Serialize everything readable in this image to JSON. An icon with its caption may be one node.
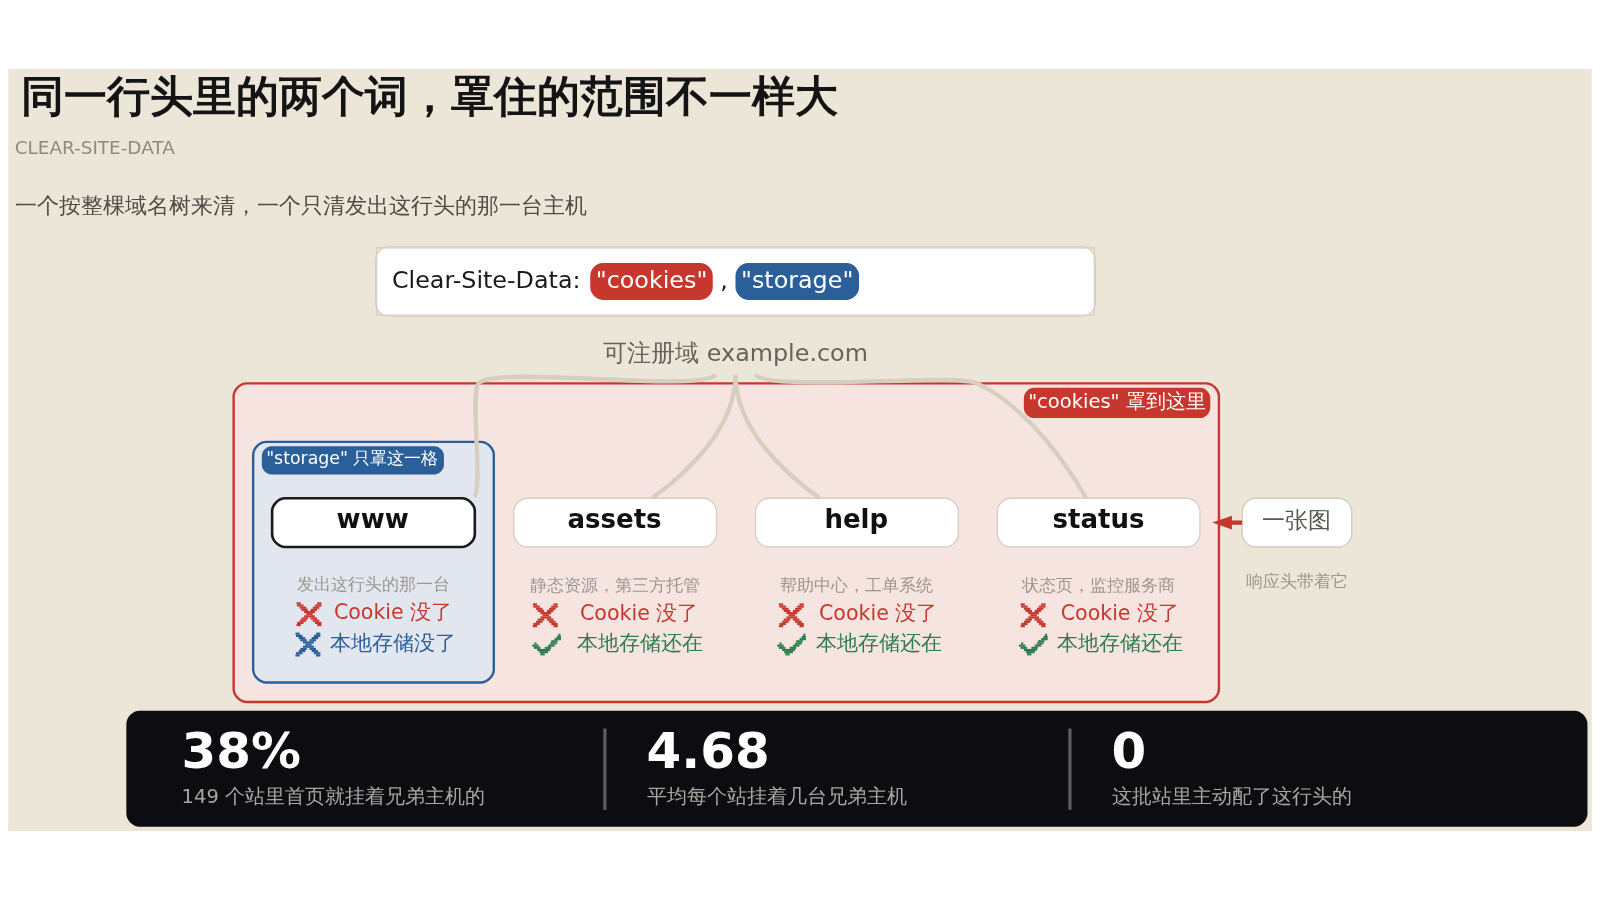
{
  "diagram": {
    "title": "同一行头里的两个词，罩住的范围不一样大",
    "nodes": [
      {
        "text": [
          "Clear-Site-Data:",
          "\"cookies\"",
          ",",
          "\"storage\""
        ]
      },
      {
        "text": [
          "可注册域 example.com"
        ]
      },
      {
        "text": [
          "\"cookies\" 罩到这里"
        ]
      },
      {
        "text": [
          "\"storage\" 只罩这一格"
        ],
        "in": 2
      },
      {
        "text": [
          "www"
        ],
        "in": 3,
        "beside": [
          "发出这行头的那一台",
          "Cookie 没了",
          "本地存储没了"
        ]
      },
      {
        "text": [
          "assets"
        ],
        "in": 2,
        "beside": [
          "静态资源，第三方托管",
          "Cookie 没了",
          "本地存储还在"
        ]
      },
      {
        "text": [
          "help"
        ],
        "in": 2,
        "beside": [
          "帮助中心，工单系统",
          "Cookie 没了",
          "本地存储还在"
        ]
      },
      {
        "text": [
          "status"
        ],
        "in": 2,
        "beside": [
          "状态页，监控服务商",
          "Cookie 没了",
          "本地存储还在"
        ]
      },
      {
        "text": [
          "一张图"
        ],
        "beside": [
          "响应头带着它"
        ]
      },
      {
        "text": [
          "38%",
          "149 个站里首页就挂着兄弟主机的",
          "4.68",
          "平均每个站挂着几台兄弟主机",
          "0",
          "这批站里主动配了这行头的"
        ]
      }
    ],
    "edges": [
      {
        "from": 1,
        "to": 4,
        "arrow": "none"
      },
      {
        "from": 1,
        "to": 5,
        "arrow": "none"
      },
      {
        "from": 1,
        "to": 6,
        "arrow": "none"
      },
      {
        "from": 1,
        "to": 7,
        "arrow": "none"
      },
      {
        "from": 8,
        "to": 2,
        "arrow": "to",
        "color": "#c8372d"
      }
    ],
    "labels": [
      "CLEAR-SITE-DATA",
      "一个按整棵域名树来清，一个只清发出这行头的那一台主机"
    ]
  }
}
